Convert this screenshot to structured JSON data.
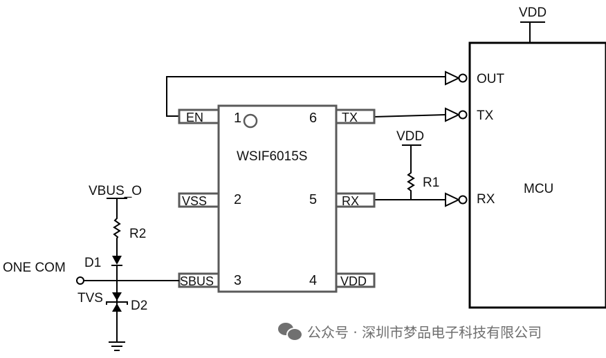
{
  "diagram": {
    "chip": {
      "name": "WSIF6015S",
      "pins": [
        {
          "number": "1",
          "label": "EN"
        },
        {
          "number": "2",
          "label": "VSS"
        },
        {
          "number": "3",
          "label": "SBUS"
        },
        {
          "number": "4",
          "label": "VDD"
        },
        {
          "number": "5",
          "label": "RX"
        },
        {
          "number": "6",
          "label": "TX"
        }
      ]
    },
    "mcu": {
      "name": "MCU",
      "power": "VDD",
      "inputs": [
        "OUT",
        "TX",
        "RX"
      ]
    },
    "pullup": {
      "resistor": "R1",
      "supply": "VDD"
    },
    "bus": {
      "supply": "VBUS_O",
      "resistor": "R2",
      "diode": "D1",
      "tvs_label": "TVS",
      "tvs_diode": "D2",
      "port": "ONE COM"
    }
  },
  "watermark": {
    "icon": "wechat-icon",
    "text": "公众号 · 深圳市梦品电子科技有限公司"
  }
}
